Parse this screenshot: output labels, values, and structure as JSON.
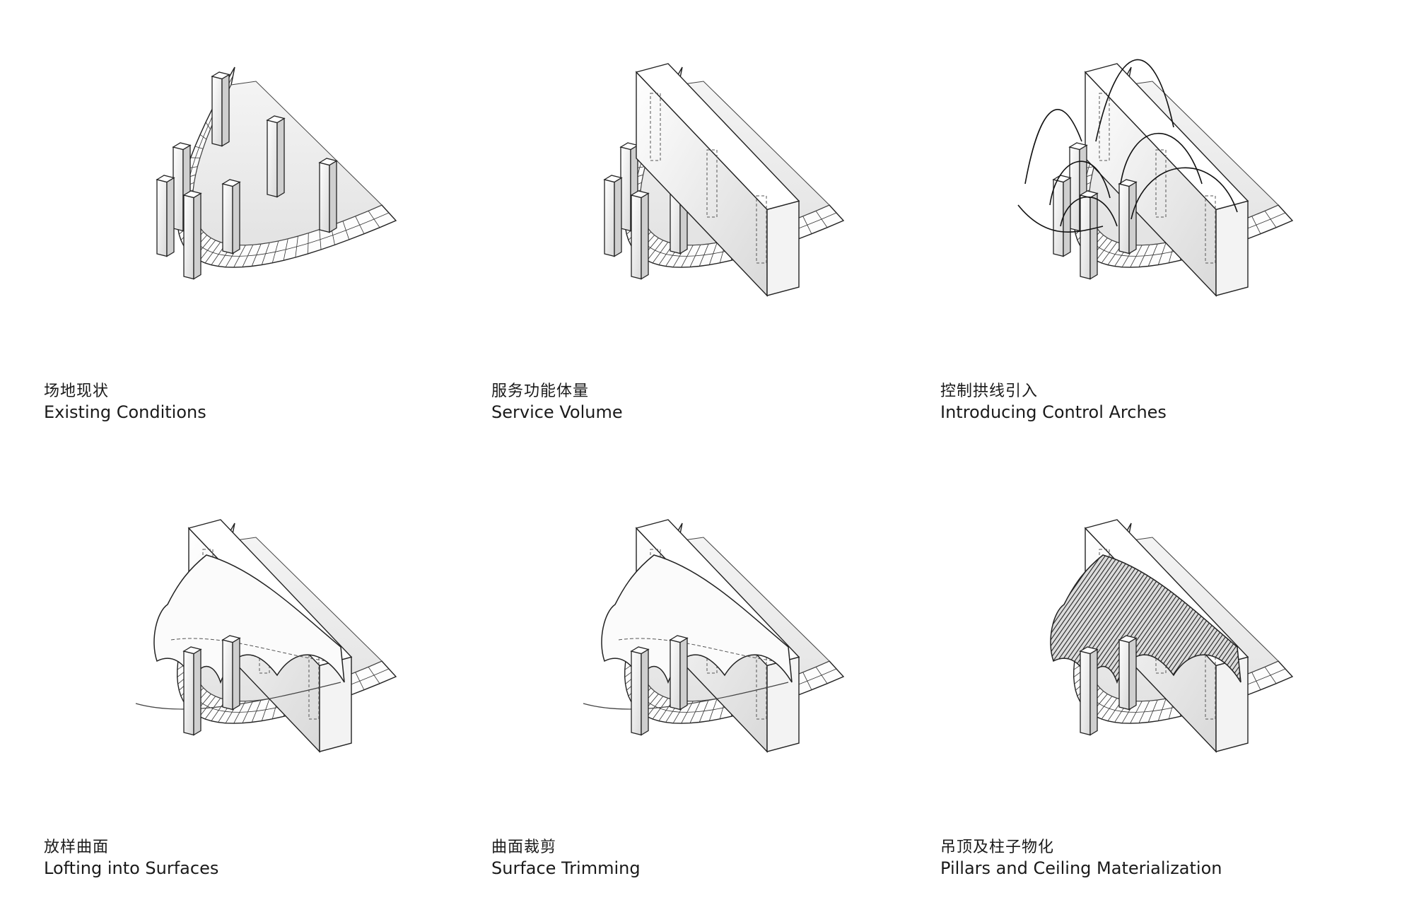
{
  "steps": [
    {
      "zh": "场地现状",
      "en": "Existing Conditions"
    },
    {
      "zh": "服务功能体量",
      "en": "Service Volume"
    },
    {
      "zh": "控制拱线引入",
      "en": "Introducing Control Arches"
    },
    {
      "zh": "放样曲面",
      "en": "Lofting into Surfaces"
    },
    {
      "zh": "曲面裁剪",
      "en": "Surface Trimming"
    },
    {
      "zh": "吊顶及柱子物化",
      "en": "Pillars and Ceiling Materialization"
    }
  ]
}
